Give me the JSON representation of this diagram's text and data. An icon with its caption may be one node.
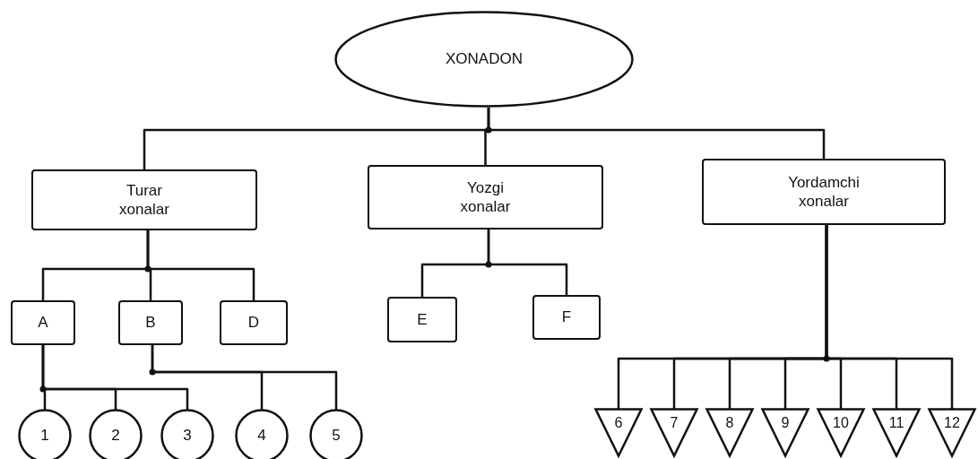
{
  "diagram": {
    "nodes": [
      {
        "text": [
          "XONADON"
        ]
      },
      {
        "text": [
          "Turar xonalar"
        ]
      },
      {
        "text": [
          "Yozgi xonalar"
        ]
      },
      {
        "text": [
          "Yordamchi xonalar"
        ]
      },
      {
        "text": [
          "A"
        ]
      },
      {
        "text": [
          "B"
        ]
      },
      {
        "text": [
          "D"
        ]
      },
      {
        "text": [
          "E"
        ]
      },
      {
        "text": [
          "F"
        ]
      },
      {
        "text": [
          "1"
        ]
      },
      {
        "text": [
          "2"
        ]
      },
      {
        "text": [
          "3"
        ]
      },
      {
        "text": [
          "4"
        ]
      },
      {
        "text": [
          "5"
        ]
      },
      {
        "text": [
          "6"
        ]
      },
      {
        "text": [
          "7"
        ]
      },
      {
        "text": [
          "8"
        ]
      },
      {
        "text": [
          "9"
        ]
      },
      {
        "text": [
          "10"
        ]
      },
      {
        "text": [
          "11"
        ]
      },
      {
        "text": [
          "12"
        ]
      }
    ],
    "edges": [
      {
        "from": 0,
        "to": 1,
        "arrow": "none"
      },
      {
        "from": 0,
        "to": 2,
        "arrow": "none"
      },
      {
        "from": 0,
        "to": 3,
        "arrow": "none"
      },
      {
        "from": 1,
        "to": 4,
        "arrow": "none"
      },
      {
        "from": 1,
        "to": 5,
        "arrow": "none"
      },
      {
        "from": 1,
        "to": 6,
        "arrow": "none"
      },
      {
        "from": 2,
        "to": 7,
        "arrow": "none"
      },
      {
        "from": 2,
        "to": 8,
        "arrow": "none"
      },
      {
        "from": 4,
        "to": 9,
        "arrow": "none"
      },
      {
        "from": 4,
        "to": 10,
        "arrow": "none"
      },
      {
        "from": 4,
        "to": 11,
        "arrow": "none"
      },
      {
        "from": 5,
        "to": 12,
        "arrow": "none"
      },
      {
        "from": 5,
        "to": 13,
        "arrow": "none"
      },
      {
        "from": 3,
        "to": 14,
        "arrow": "none"
      },
      {
        "from": 3,
        "to": 15,
        "arrow": "none"
      },
      {
        "from": 3,
        "to": 16,
        "arrow": "none"
      },
      {
        "from": 3,
        "to": 17,
        "arrow": "none"
      },
      {
        "from": 3,
        "to": 18,
        "arrow": "none"
      },
      {
        "from": 3,
        "to": 19,
        "arrow": "none"
      },
      {
        "from": 3,
        "to": 20,
        "arrow": "none"
      }
    ]
  }
}
